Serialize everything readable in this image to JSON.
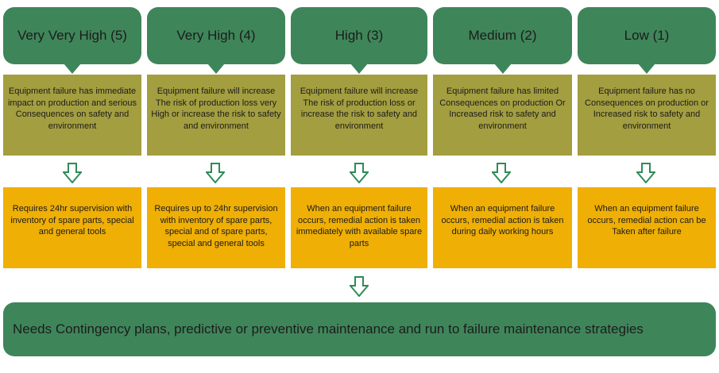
{
  "levels": [
    {
      "title": "Very Very High (5)",
      "description": "Equipment failure has immediate impact on production  and serious Consequences on safety and environment",
      "requirement": "Requires 24hr supervision with inventory of spare parts, special and general tools"
    },
    {
      "title": "Very High (4)",
      "description": "Equipment failure will increase The risk of production loss very High or increase the risk to safety and environment",
      "requirement": "Requires up to 24hr supervision with inventory of spare parts, special and of spare parts, special and general tools"
    },
    {
      "title": "High (3)",
      "description": "Equipment failure will increase  The risk of production loss or increase the risk to safety and environment",
      "requirement": "When an equipment failure occurs, remedial action is taken  immediately with available spare parts"
    },
    {
      "title": "Medium (2)",
      "description": "Equipment failure has limited Consequences on production Or Increased risk to safety and environment",
      "requirement": "When an equipment failure occurs, remedial action is taken   during daily working hours"
    },
    {
      "title": "Low (1)",
      "description": "Equipment failure has no Consequences on production or Increased risk to safety and environment",
      "requirement": "When an equipment failure occurs, remedial action  can be Taken after failure"
    }
  ],
  "conclusion": "Needs Contingency plans, predictive or preventive maintenance and run to failure maintenance strategies",
  "colors": {
    "header_green": "#3f855a",
    "description_olive": "#a39e3f",
    "requirement_amber": "#efaf05",
    "arrow_outline": "#2e8b57"
  },
  "icons": {
    "down_arrow": "down-arrow-icon"
  }
}
